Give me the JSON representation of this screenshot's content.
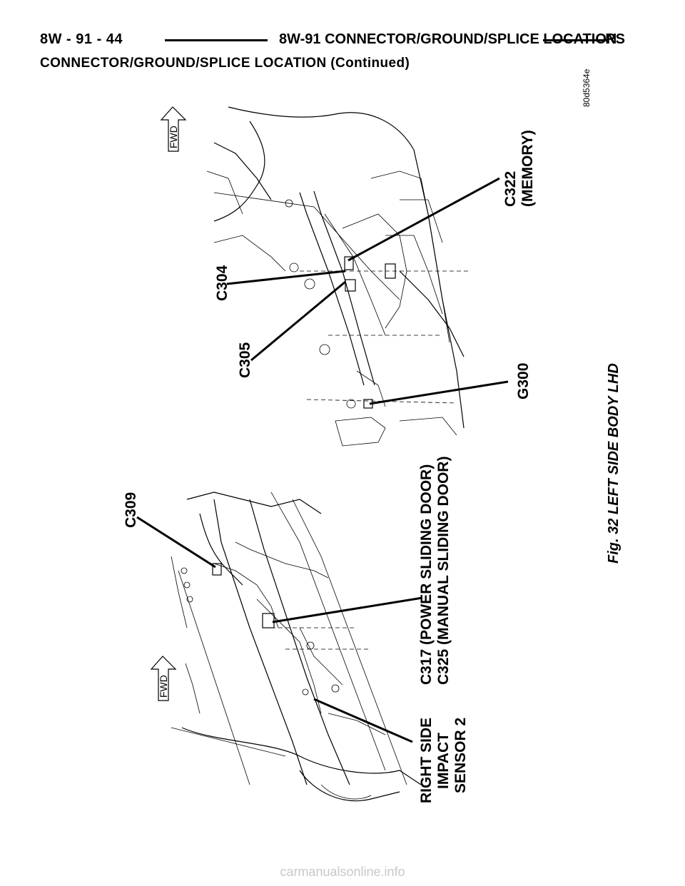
{
  "header": {
    "page_ref": "8W - 91 - 44",
    "section_title": "8W-91 CONNECTOR/GROUND/SPLICE LOCATION",
    "model": "RS"
  },
  "subheader": "CONNECTOR/GROUND/SPLICE LOCATION (Continued)",
  "figure": {
    "caption": "Fig. 32 LEFT SIDE BODY LHD",
    "image_code": "80d5364e",
    "fwd_label": "FWD",
    "labels": {
      "c322_line1": "C322",
      "c322_line2": "(MEMORY)",
      "c304": "C304",
      "c305": "C305",
      "g300": "G300",
      "c309": "C309",
      "c317_line1": "C317 (POWER SLIDING DOOR)",
      "c317_line2": "C325 (MANUAL SLIDING DOOR)",
      "impact_line1": "RIGHT SIDE",
      "impact_line2": "IMPACT",
      "impact_line3": "SENSOR 2"
    }
  },
  "watermark": "carmanualsonline.info"
}
